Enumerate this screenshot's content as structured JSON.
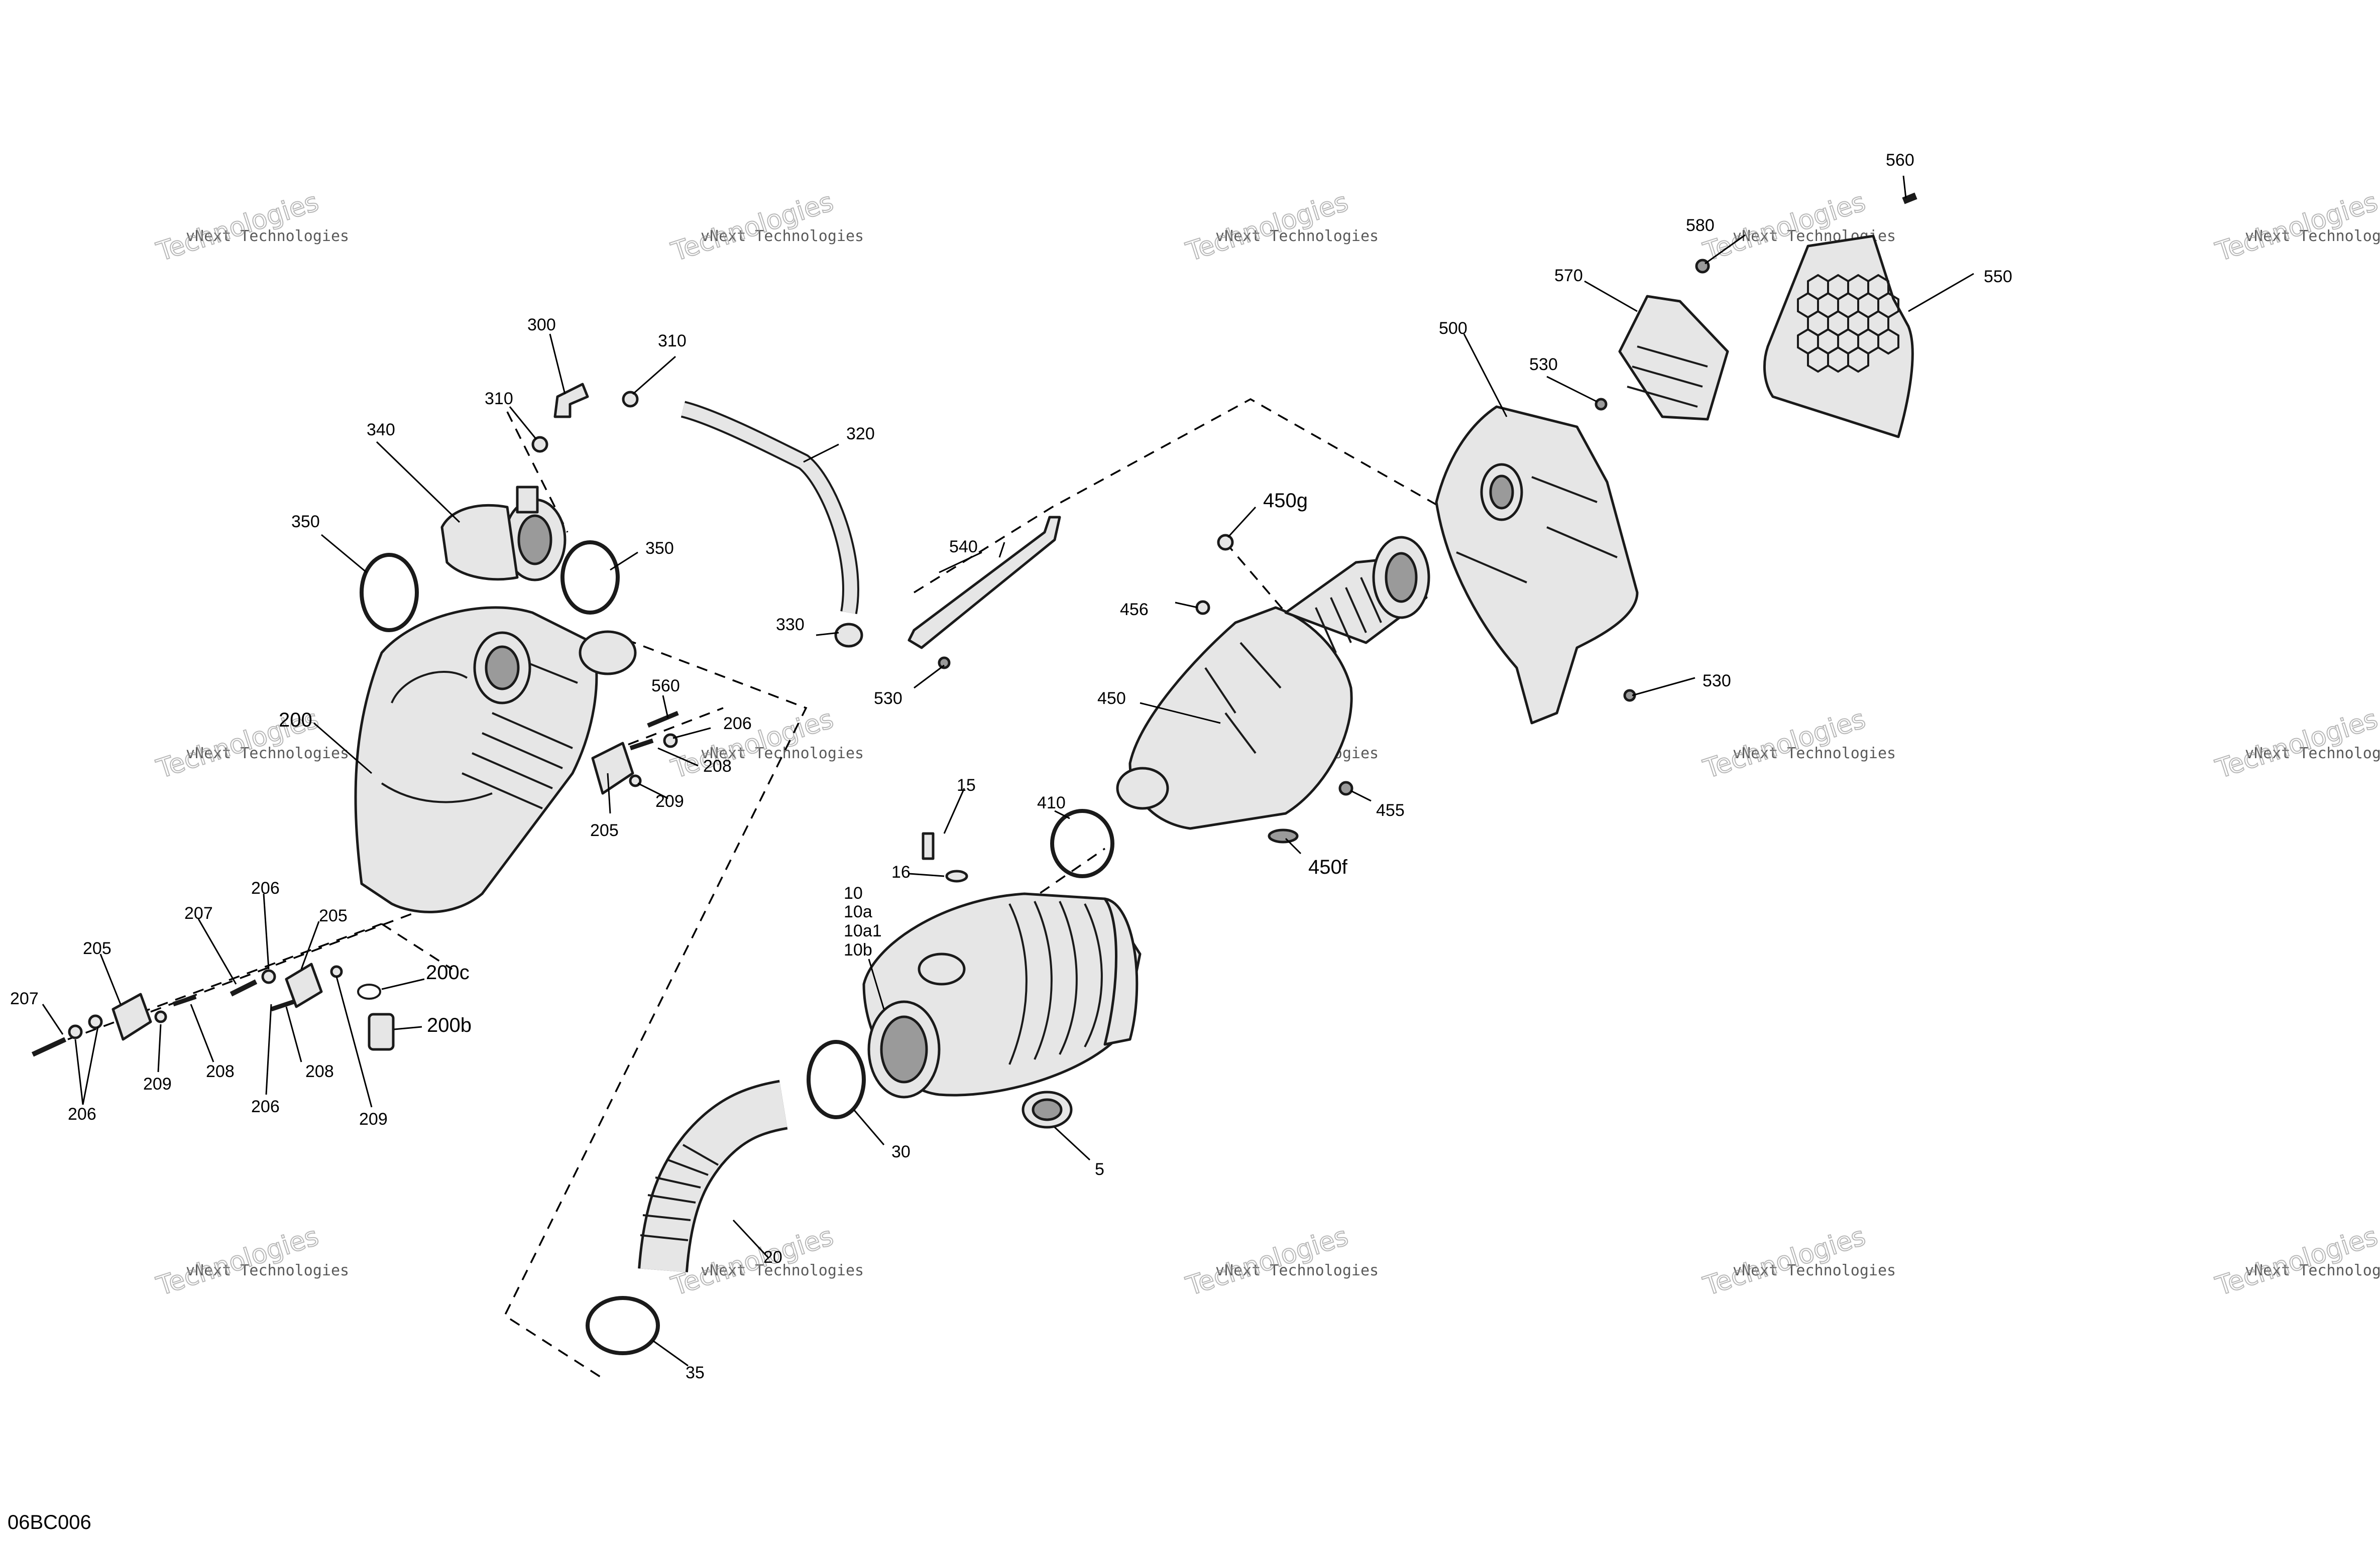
{
  "figure": {
    "id": "06BC006"
  },
  "watermark": {
    "line1": "vNext Technologies",
    "line2a": "vNext",
    "line2b": "Technologies"
  },
  "callouts": {
    "c5": "5",
    "c10": "10",
    "c10a": "10a",
    "c10a1": "10a1",
    "c10b": "10b",
    "c15": "15",
    "c16": "16",
    "c20": "20",
    "c30": "30",
    "c35": "35",
    "c200": "200",
    "c200b": "200b",
    "c200c": "200c",
    "c205": "205",
    "c206": "206",
    "c207": "207",
    "c208": "208",
    "c209": "209",
    "c300": "300",
    "c310": "310",
    "c320": "320",
    "c330": "330",
    "c340": "340",
    "c350": "350",
    "c410": "410",
    "c450": "450",
    "c450f": "450f",
    "c450g": "450g",
    "c455": "455",
    "c456": "456",
    "c500": "500",
    "c530": "530",
    "c540": "540",
    "c550": "550",
    "c560": "560",
    "c570": "570",
    "c580": "580"
  },
  "colors": {
    "line": "#1a1a1a",
    "fill": "#e6e6e6",
    "shade": "#9a9a9a"
  }
}
